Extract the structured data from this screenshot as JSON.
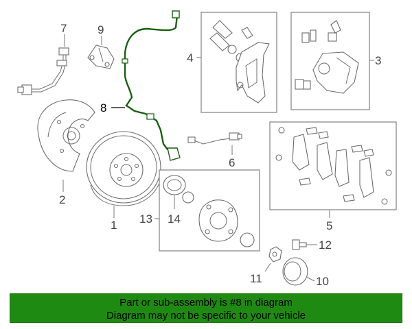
{
  "callouts": {
    "c1": "1",
    "c2": "2",
    "c3": "3",
    "c4": "4",
    "c5": "5",
    "c6": "6",
    "c7": "7",
    "c8": "8",
    "c9": "9",
    "c10": "10",
    "c11": "11",
    "c12": "12",
    "c13": "13",
    "c14": "14"
  },
  "highlight": {
    "part": "8",
    "color": "#1a5f12"
  },
  "banner": {
    "line1": "Part or sub-assembly is #8 in diagram",
    "line2": "Diagram may not be specific to your vehicle",
    "color": "#1f8a12"
  }
}
